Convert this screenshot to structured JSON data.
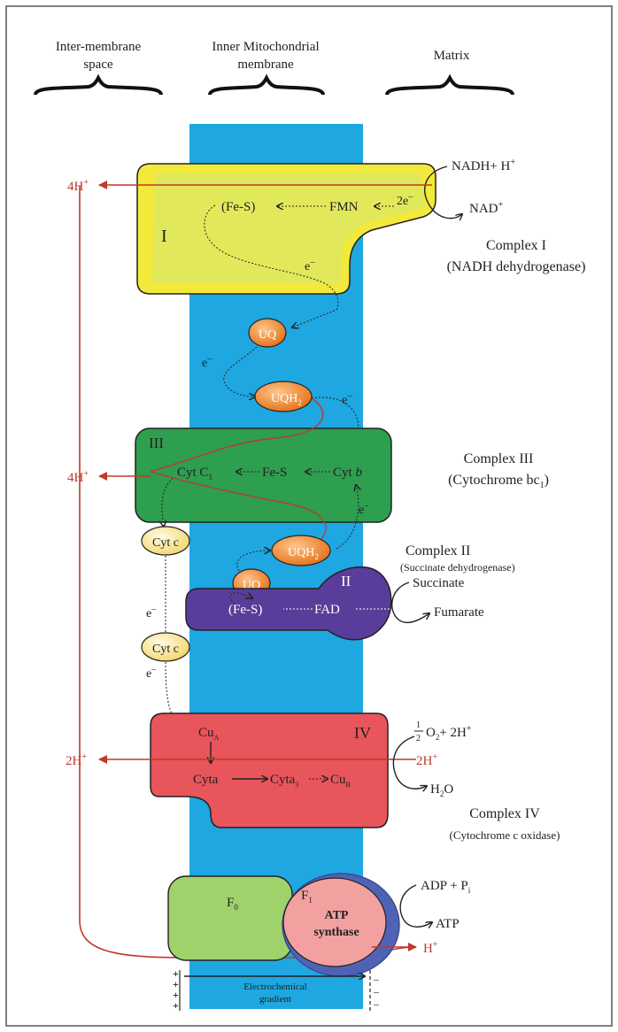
{
  "regions": {
    "intermembrane_line1": "Inter-membrane",
    "intermembrane_line2": "space",
    "inner_line1": "Inner Mitochondrial",
    "inner_line2": "membrane",
    "matrix": "Matrix"
  },
  "complex1": {
    "numeral": "I",
    "fes": "(Fe-S)",
    "fmn": "FMN",
    "e2": "2e",
    "name": "Complex I",
    "full": "(NADH dehydrogenase)",
    "nadh": "NADH+ H",
    "nad": "NAD",
    "h4": "4H"
  },
  "carriers": {
    "uq": "UQ",
    "uqh": "UQH",
    "sub2": "2",
    "e": "e",
    "cytc": "Cyt c"
  },
  "complex3": {
    "numeral": "III",
    "cytc1": "Cyt C",
    "cytc1_sub": "1",
    "fes": "Fe-S",
    "cytb": "Cyt ",
    "cytb_b": "b",
    "name": "Complex III",
    "full": "(Cytochrome bc",
    "full_sub": "1",
    "full_end": ")",
    "h4": "4H"
  },
  "complex2": {
    "numeral": "II",
    "fes": "(Fe-S)",
    "fad": "FAD",
    "name": "Complex II",
    "full": "(Succinate dehydrogenase)",
    "succinate": "Succinate",
    "fumarate": "Fumarate"
  },
  "complex4": {
    "numeral": "IV",
    "cua": "Cu",
    "cua_sub": "A",
    "cyta": "Cyta",
    "cyta3": "Cyta",
    "cyta3_sub": "3",
    "cub": "Cu",
    "cub_sub": "B",
    "half_num": "1",
    "half_den": "2",
    "o2": "O",
    "o2_sub": "2",
    "plus2h": "+ 2H",
    "h2inner": "2H",
    "h2o": "H",
    "h2o_sub": "2",
    "h2o_end": "O",
    "name": "Complex IV",
    "full": "(Cytochrome c oxidase)",
    "h2": "2H"
  },
  "atp": {
    "f0": "F",
    "f0_sub": "0",
    "f1": "F",
    "f1_sub": "1",
    "line1": "ATP",
    "line2": "synthase",
    "adp": "ADP + P",
    "adp_sub": "i",
    "atp": "ATP",
    "h": "H"
  },
  "gradient": {
    "line1": "Electrochemical",
    "line2": "gradient",
    "plus": "+",
    "minus": "–"
  },
  "symbols": {
    "plus_sup": "+",
    "minus_sup": "–"
  },
  "colors": {
    "membrane": "#1ea7e1",
    "complex1": "#e6ec5a",
    "complex1_border": "#f3e93a",
    "complex3": "#2e9e4f",
    "complex2": "#5a3d9a",
    "complex4": "#e8555b",
    "f0": "#9fd26a",
    "f1": "#f2a0a0",
    "carrier": "#f08a2e",
    "cytc": "#fbe79a",
    "proton": "#c0392b"
  }
}
